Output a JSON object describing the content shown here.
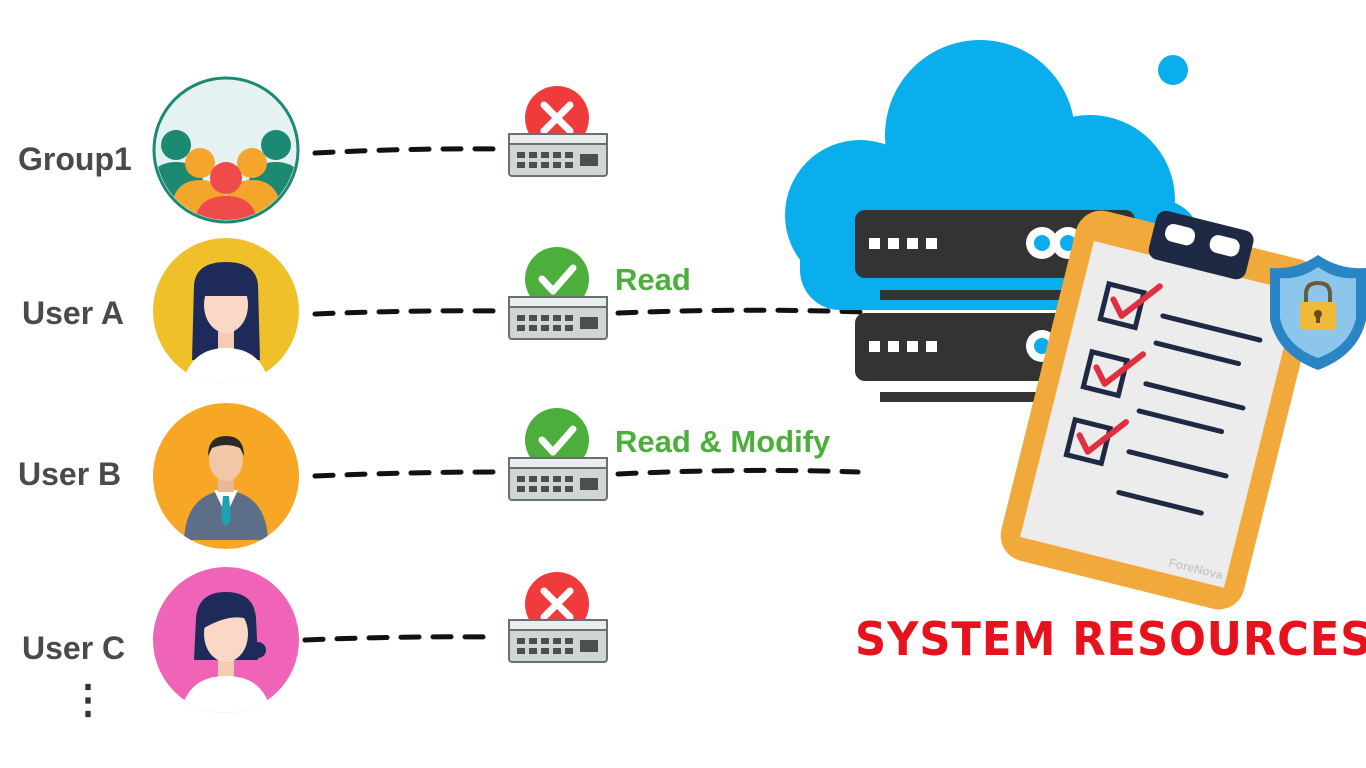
{
  "subjects": [
    {
      "label": "Group1",
      "access": "denied",
      "permission": ""
    },
    {
      "label": "User A",
      "access": "granted",
      "permission": "Read"
    },
    {
      "label": "User B",
      "access": "granted",
      "permission": "Read & Modify"
    },
    {
      "label": "User C",
      "access": "denied",
      "permission": ""
    }
  ],
  "more_indicator": "⋮",
  "resource_title": "SYSTEM RESOURCES",
  "watermark": "ForeNova",
  "colors": {
    "denied": "#ef3b3b",
    "granted": "#4caf3c",
    "cloud": "#0aaeec",
    "title": "#e8121d",
    "clipboard": "#f2a93b"
  }
}
